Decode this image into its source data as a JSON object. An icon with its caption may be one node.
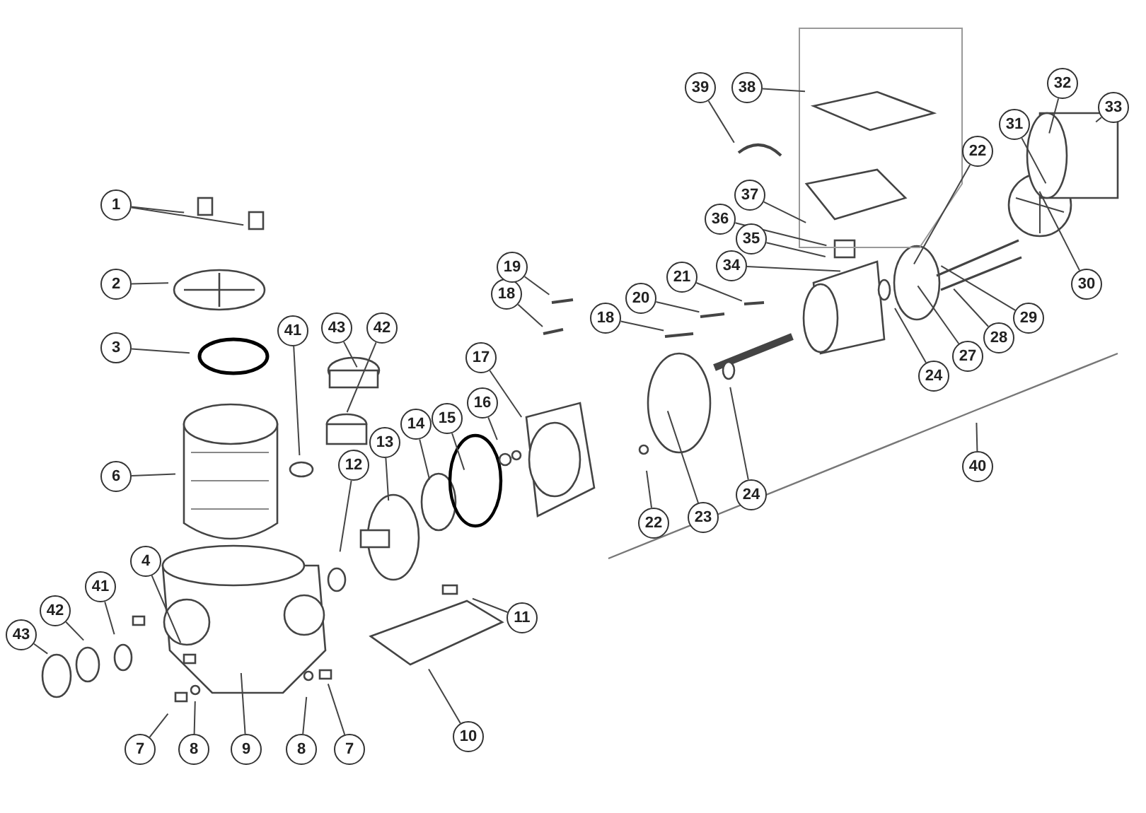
{
  "diagram": {
    "nodes": [
      {
        "text": [
          "1"
        ]
      },
      {
        "text": [
          "2"
        ]
      },
      {
        "text": [
          "3"
        ]
      },
      {
        "text": [
          "41"
        ]
      },
      {
        "text": [
          "43"
        ]
      },
      {
        "text": [
          "42"
        ]
      },
      {
        "text": [
          "6"
        ]
      },
      {
        "text": [
          "4"
        ]
      },
      {
        "text": [
          "43"
        ]
      },
      {
        "text": [
          "42"
        ]
      },
      {
        "text": [
          "41"
        ]
      },
      {
        "text": [
          "7"
        ]
      },
      {
        "text": [
          "8"
        ]
      },
      {
        "text": [
          "9"
        ]
      },
      {
        "text": [
          "8"
        ]
      },
      {
        "text": [
          "7"
        ]
      },
      {
        "text": [
          "12"
        ]
      },
      {
        "text": [
          "13"
        ]
      },
      {
        "text": [
          "14"
        ]
      },
      {
        "text": [
          "15"
        ]
      },
      {
        "text": [
          "16"
        ]
      },
      {
        "text": [
          "17"
        ]
      },
      {
        "text": [
          "18"
        ]
      },
      {
        "text": [
          "19"
        ]
      },
      {
        "text": [
          "11"
        ]
      },
      {
        "text": [
          "10"
        ]
      },
      {
        "text": [
          "18"
        ]
      },
      {
        "text": [
          "20"
        ]
      },
      {
        "text": [
          "21"
        ]
      },
      {
        "text": [
          "22"
        ]
      },
      {
        "text": [
          "23"
        ]
      },
      {
        "text": [
          "24"
        ]
      },
      {
        "text": [
          "39"
        ]
      },
      {
        "text": [
          "38"
        ]
      },
      {
        "text": [
          "37"
        ]
      },
      {
        "text": [
          "36"
        ]
      },
      {
        "text": [
          "35"
        ]
      },
      {
        "text": [
          "34"
        ]
      },
      {
        "text": [
          "22"
        ]
      },
      {
        "text": [
          "31"
        ]
      },
      {
        "text": [
          "32"
        ]
      },
      {
        "text": [
          "33"
        ]
      },
      {
        "text": [
          "30"
        ]
      },
      {
        "text": [
          "29"
        ]
      },
      {
        "text": [
          "28"
        ]
      },
      {
        "text": [
          "27"
        ]
      },
      {
        "text": [
          "24"
        ]
      },
      {
        "text": [
          "40"
        ]
      }
    ],
    "edges": [
      {
        "from": 0,
        "to": null,
        "arrow": "none"
      },
      {
        "from": 0,
        "to": null,
        "arrow": "none"
      },
      {
        "from": 1,
        "to": null,
        "arrow": "none"
      },
      {
        "from": 2,
        "to": null,
        "arrow": "none"
      },
      {
        "from": 3,
        "to": null,
        "arrow": "none"
      },
      {
        "from": 4,
        "to": null,
        "arrow": "none"
      },
      {
        "from": 5,
        "to": null,
        "arrow": "none"
      },
      {
        "from": 6,
        "to": null,
        "arrow": "none"
      },
      {
        "from": 7,
        "to": null,
        "arrow": "none"
      },
      {
        "from": 8,
        "to": null,
        "arrow": "none"
      },
      {
        "from": 9,
        "to": null,
        "arrow": "none"
      },
      {
        "from": 10,
        "to": null,
        "arrow": "none"
      },
      {
        "from": 11,
        "to": null,
        "arrow": "none"
      },
      {
        "from": 12,
        "to": null,
        "arrow": "none"
      },
      {
        "from": 13,
        "to": null,
        "arrow": "none"
      },
      {
        "from": 14,
        "to": null,
        "arrow": "none"
      },
      {
        "from": 15,
        "to": null,
        "arrow": "none"
      },
      {
        "from": 16,
        "to": null,
        "arrow": "none"
      },
      {
        "from": 17,
        "to": null,
        "arrow": "none"
      },
      {
        "from": 18,
        "to": null,
        "arrow": "none"
      },
      {
        "from": 19,
        "to": null,
        "arrow": "none"
      },
      {
        "from": 20,
        "to": null,
        "arrow": "none"
      },
      {
        "from": 21,
        "to": null,
        "arrow": "none"
      },
      {
        "from": 22,
        "to": null,
        "arrow": "none"
      },
      {
        "from": 23,
        "to": null,
        "arrow": "none"
      },
      {
        "from": 24,
        "to": null,
        "arrow": "none"
      },
      {
        "from": 25,
        "to": null,
        "arrow": "none"
      },
      {
        "from": 26,
        "to": null,
        "arrow": "none"
      },
      {
        "from": 27,
        "to": null,
        "arrow": "none"
      },
      {
        "from": 28,
        "to": null,
        "arrow": "none"
      },
      {
        "from": 29,
        "to": null,
        "arrow": "none"
      },
      {
        "from": 30,
        "to": null,
        "arrow": "none"
      },
      {
        "from": 31,
        "to": null,
        "arrow": "none"
      },
      {
        "from": 32,
        "to": null,
        "arrow": "none"
      },
      {
        "from": 33,
        "to": null,
        "arrow": "none"
      },
      {
        "from": 34,
        "to": null,
        "arrow": "none"
      },
      {
        "from": 35,
        "to": null,
        "arrow": "none"
      },
      {
        "from": 36,
        "to": null,
        "arrow": "none"
      },
      {
        "from": 37,
        "to": null,
        "arrow": "none"
      },
      {
        "from": 38,
        "to": null,
        "arrow": "none"
      },
      {
        "from": 39,
        "to": null,
        "arrow": "none"
      },
      {
        "from": 40,
        "to": null,
        "arrow": "none"
      },
      {
        "from": 41,
        "to": null,
        "arrow": "none"
      },
      {
        "from": 42,
        "to": null,
        "arrow": "none"
      },
      {
        "from": 43,
        "to": null,
        "arrow": "none"
      },
      {
        "from": 44,
        "to": null,
        "arrow": "none"
      },
      {
        "from": 45,
        "to": null,
        "arrow": "none"
      },
      {
        "from": 46,
        "to": null,
        "arrow": "none"
      },
      {
        "from": 47,
        "to": null,
        "arrow": "none"
      }
    ]
  }
}
